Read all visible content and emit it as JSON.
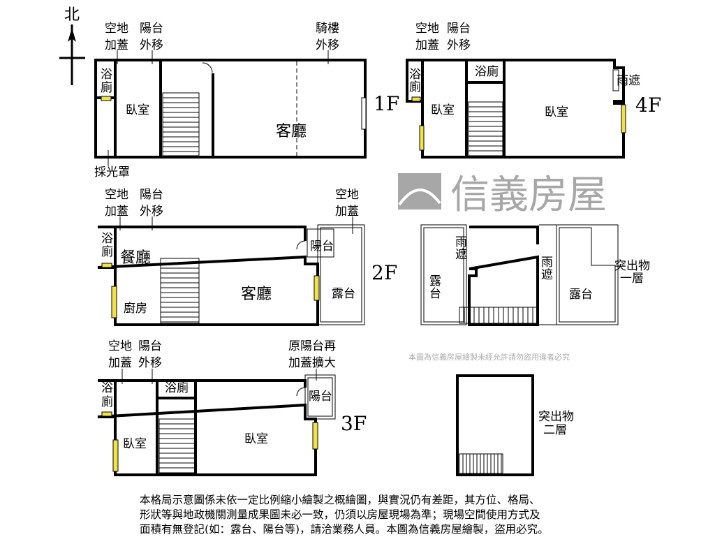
{
  "north": "北",
  "watermark": {
    "brand": "信義房屋",
    "notice": "本圖為信義房屋繪製未經允許請勿盜用違者必究"
  },
  "floor1": {
    "level": "1F",
    "notes": [
      [
        "空地",
        "加蓋"
      ],
      [
        "陽台",
        "外移"
      ],
      [
        "騎樓",
        "外移"
      ]
    ],
    "bath": [
      "浴",
      "廁"
    ],
    "bedroom": "臥室",
    "living": "客廳",
    "skylight": "採光罩"
  },
  "floor4": {
    "level": "4F",
    "notes": [
      [
        "空地",
        "加蓋"
      ],
      [
        "陽台",
        "外移"
      ]
    ],
    "bath": [
      "浴",
      "廁"
    ],
    "bedroom1": "臥室",
    "bath2": "浴廁",
    "bedroom2": "臥室",
    "canopy": "雨遮"
  },
  "floor2": {
    "level": "2F",
    "notes": [
      [
        "空地",
        "加蓋"
      ],
      [
        "陽台",
        "外移"
      ],
      [
        "空地",
        "加蓋"
      ]
    ],
    "bath": [
      "浴",
      "廁"
    ],
    "dining": "餐廳",
    "kitchen": "廚房",
    "living": "客廳",
    "balcony": "陽台",
    "terrace": "露台"
  },
  "roof1": {
    "canopy1": [
      "雨",
      "遮"
    ],
    "terrace1": [
      "露",
      "台"
    ],
    "canopy2": [
      "雨",
      "遮"
    ],
    "terrace2": "露台",
    "label": [
      "突出物",
      "一層"
    ]
  },
  "floor3": {
    "level": "3F",
    "notes": [
      [
        "空地",
        "加蓋"
      ],
      [
        "陽台",
        "外移"
      ],
      [
        "原陽台再",
        "加蓋擴大"
      ]
    ],
    "bath": [
      "浴",
      "廁"
    ],
    "bedroom1": "臥室",
    "bath2": "浴廁",
    "bedroom2": "臥室",
    "balcony": "陽台"
  },
  "roof2": {
    "label": [
      "突出物",
      "二層"
    ]
  },
  "disclaimer": [
    "本格局示意圖係未依一定比例縮小繪製之概繪圖，與實況仍有差距，其方位、格局、",
    "形狀等與地政機關測量成果圖未必一致，仍須以房屋現場為準；現場空間使用方式及",
    "面積有無登記(如：露台、陽台等)，請洽業務人員。本圖為信義房屋繪製，盜用必究。"
  ]
}
